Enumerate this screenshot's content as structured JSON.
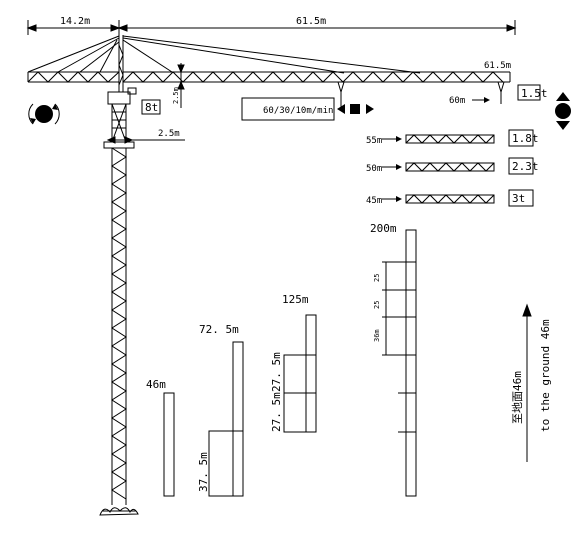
{
  "dimensions": {
    "counter_jib": "14.2m",
    "jib_total": "61.5m",
    "jib_tip": "61.5m",
    "jib_height": "2.5m",
    "mast_width": "2.5m"
  },
  "hook_capacity": "8t",
  "trolley_speed": "60/30/10m/min",
  "tip_load": {
    "radius": "60m",
    "capacity": "1.5t"
  },
  "jib_variants": [
    {
      "radius": "55m",
      "capacity": "1.8t"
    },
    {
      "radius": "50m",
      "capacity": "2.3t"
    },
    {
      "radius": "45m",
      "capacity": "3t"
    }
  ],
  "tower_configs": [
    {
      "height": "46m"
    },
    {
      "height": "72. 5m",
      "segments": [
        "37. 5m"
      ]
    },
    {
      "height": "125m",
      "segments": [
        "27. 5m",
        "27. 5m"
      ]
    },
    {
      "height": "200m",
      "segments": [
        "25",
        "25",
        "36m"
      ]
    }
  ],
  "ground_note": {
    "zh": "至地面46m",
    "en": "to the ground 46m"
  }
}
